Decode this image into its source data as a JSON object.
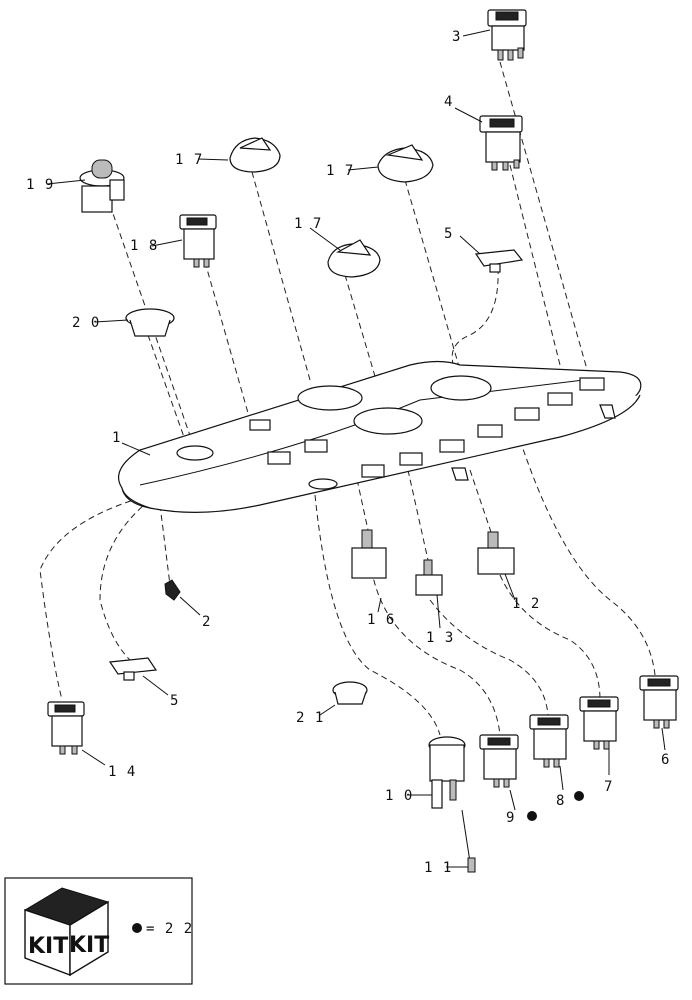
{
  "diagram": {
    "labels": [
      {
        "id": "1",
        "text": "1"
      },
      {
        "id": "2",
        "text": "2"
      },
      {
        "id": "3",
        "text": "3"
      },
      {
        "id": "4",
        "text": "4"
      },
      {
        "id": "5a",
        "text": "5"
      },
      {
        "id": "5b",
        "text": "5"
      },
      {
        "id": "6",
        "text": "6"
      },
      {
        "id": "7",
        "text": "7"
      },
      {
        "id": "8",
        "text": "8"
      },
      {
        "id": "9",
        "text": "9"
      },
      {
        "id": "10",
        "text": "1 0"
      },
      {
        "id": "11",
        "text": "1 1"
      },
      {
        "id": "12",
        "text": "1 2"
      },
      {
        "id": "13",
        "text": "1 3"
      },
      {
        "id": "14",
        "text": "1 4"
      },
      {
        "id": "16",
        "text": "1 6"
      },
      {
        "id": "17a",
        "text": "1 7"
      },
      {
        "id": "17b",
        "text": "1 7"
      },
      {
        "id": "17c",
        "text": "1 7"
      },
      {
        "id": "18",
        "text": "1 8"
      },
      {
        "id": "19",
        "text": "1 9"
      },
      {
        "id": "20",
        "text": "2 0"
      },
      {
        "id": "21",
        "text": "2 1"
      }
    ],
    "legend": {
      "kit_left": "KIT",
      "kit_right": "KIT",
      "equals_value": "= 2 2"
    }
  }
}
